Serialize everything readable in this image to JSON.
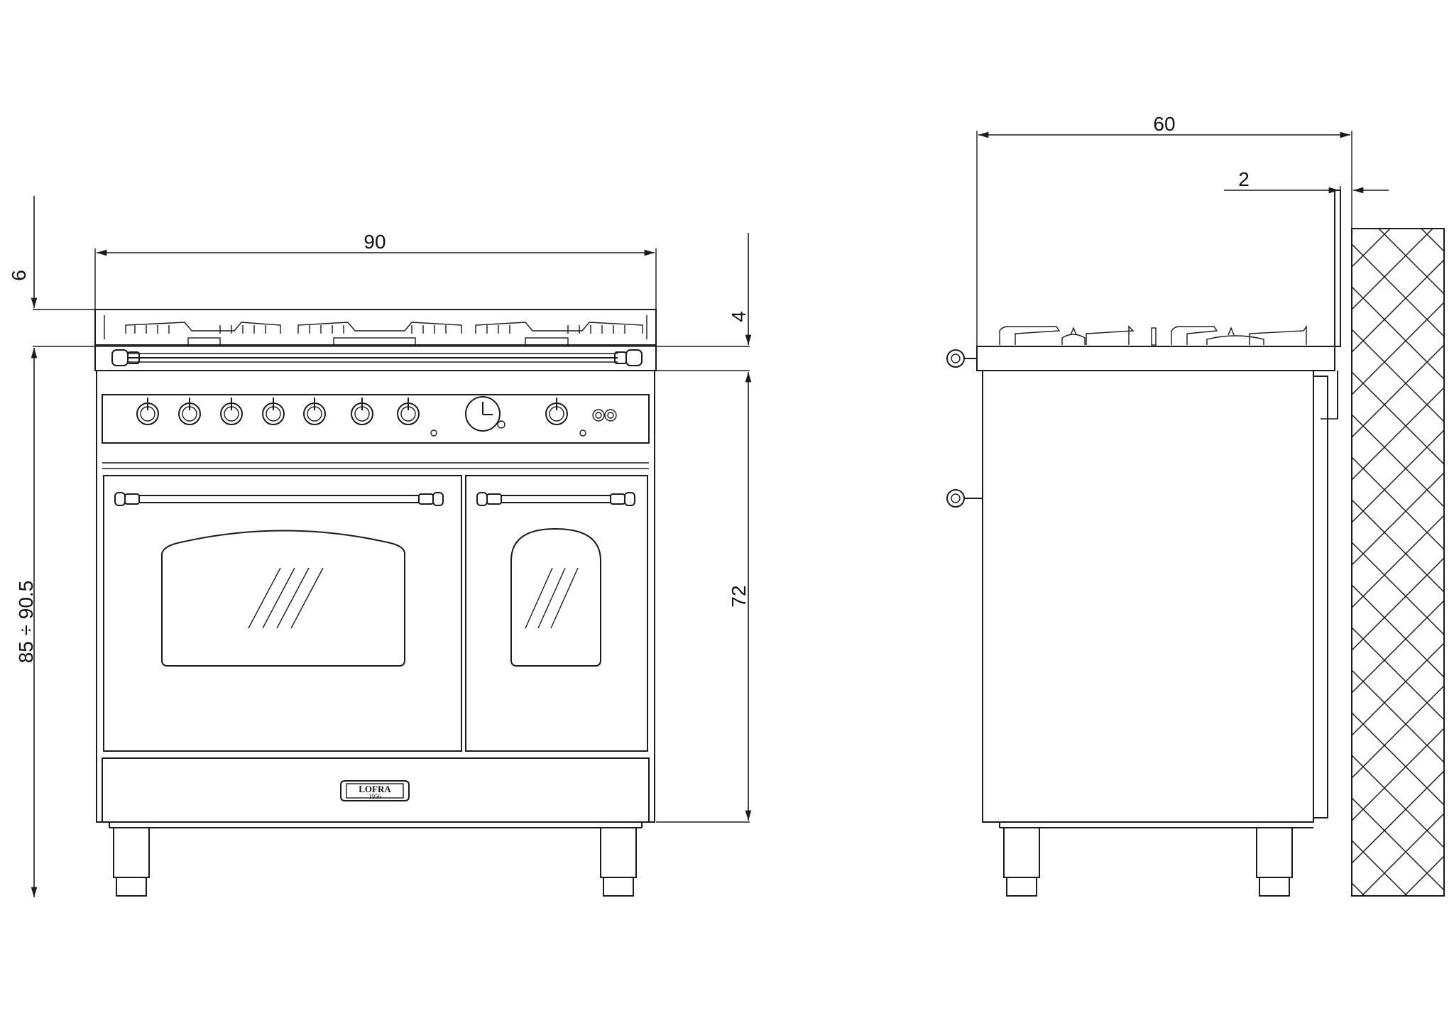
{
  "dimensions": {
    "width": "90",
    "top_upstand": "6",
    "top_thickness": "4",
    "body_height": "72",
    "total_height": "85 ÷ 90.5",
    "depth": "60",
    "wall_gap": "2"
  },
  "logo": {
    "brand": "LOFRA",
    "year": "1956"
  }
}
